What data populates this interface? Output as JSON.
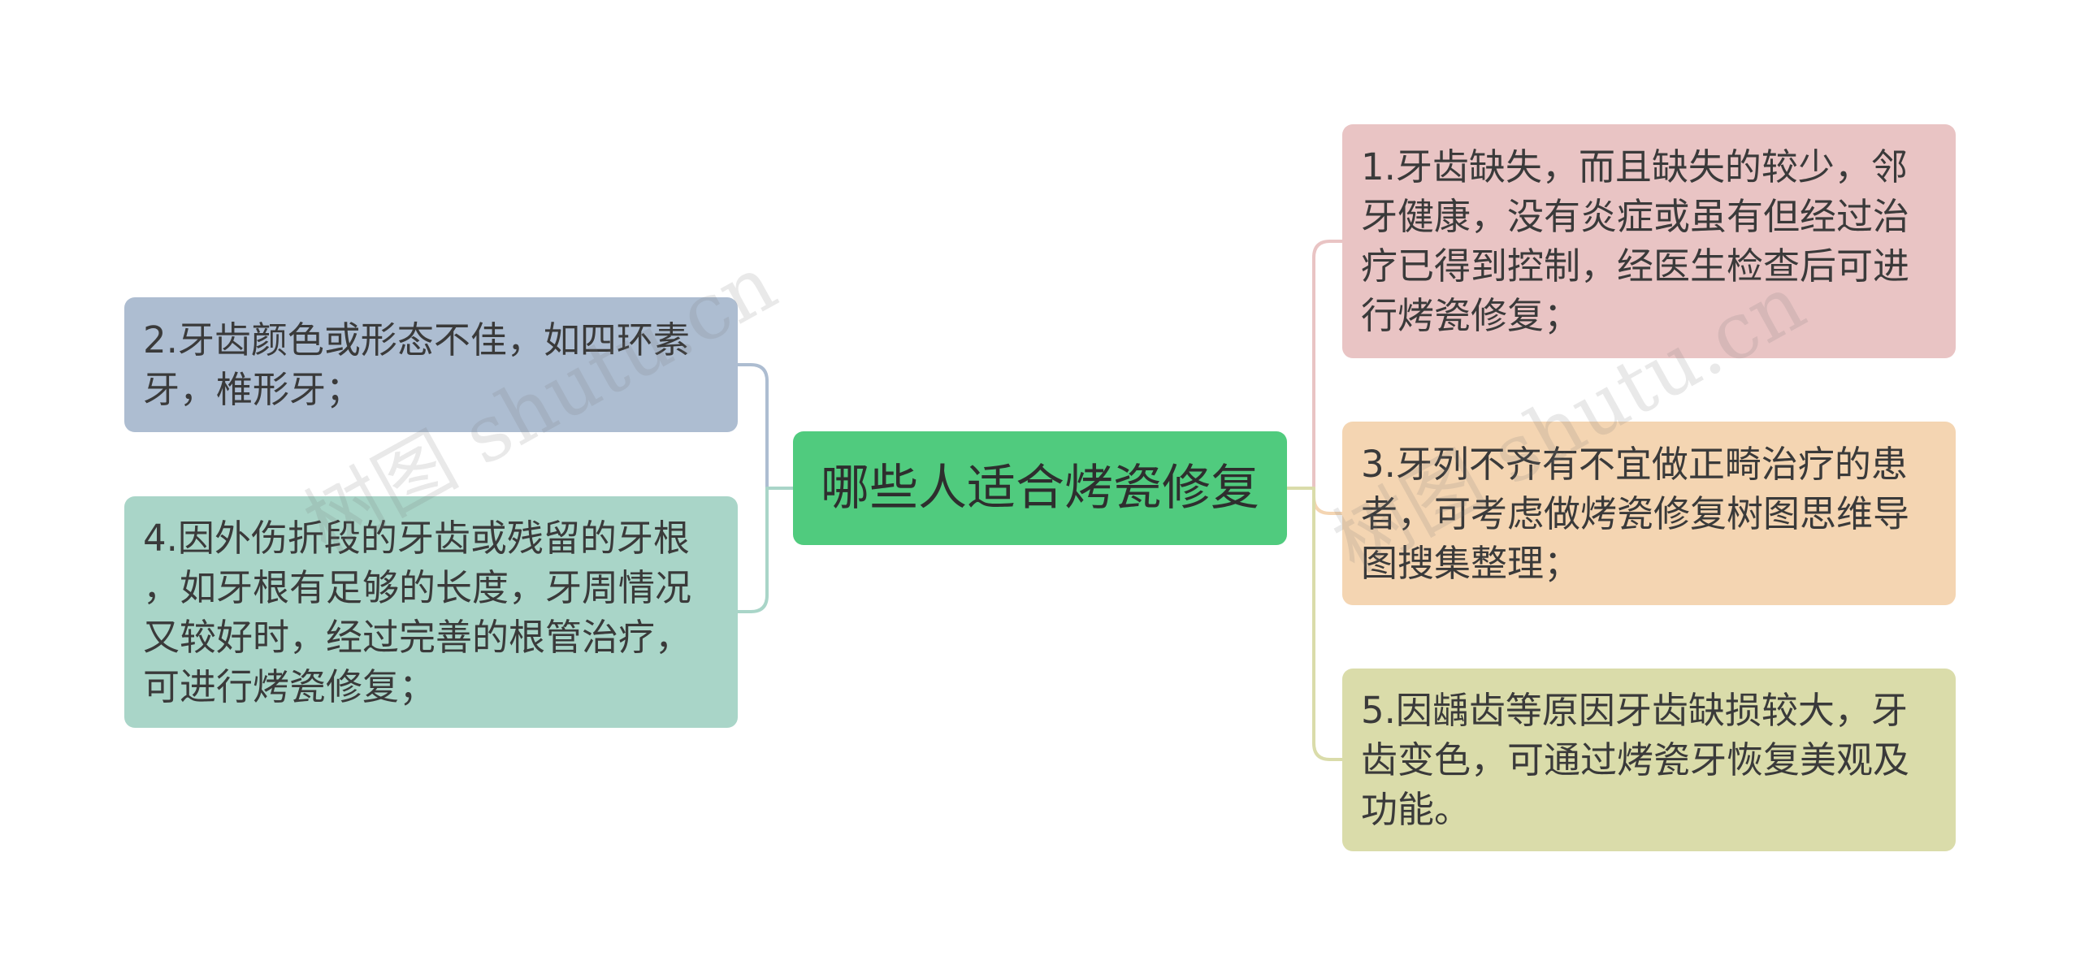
{
  "mindmap": {
    "root": {
      "label": "哪些人适合烤瓷修复",
      "color": "#50cb7e"
    },
    "left": [
      {
        "lines": [
          "2.牙齿颜色或形态不佳，如四环素",
          "牙，椎形牙；"
        ],
        "color": "#adbdd1"
      },
      {
        "lines": [
          "4.因外伤折段的牙齿或残留的牙根",
          "，如牙根有足够的长度，牙周情况",
          "又较好时，经过完善的根管治疗，",
          "可进行烤瓷修复；"
        ],
        "color": "#a9d5c8"
      }
    ],
    "right": [
      {
        "lines": [
          "1.牙齿缺失，而且缺失的较少，邻",
          "牙健康，没有炎症或虽有但经过治",
          "疗已得到控制，经医生检查后可进",
          "行烤瓷修复；"
        ],
        "color": "#e9c4c4"
      },
      {
        "lines": [
          "3.牙列不齐有不宜做正畸治疗的患",
          "者，可考虑做烤瓷修复树图思维导",
          "图搜集整理；"
        ],
        "color": "#f4d5b2"
      },
      {
        "lines": [
          "5.因龋齿等原因牙齿缺损较大，牙",
          "齿变色，可通过烤瓷牙恢复美观及",
          "功能。"
        ],
        "color": "#dadcaa"
      }
    ]
  },
  "watermark": {
    "text": "树图 shutu.cn"
  }
}
